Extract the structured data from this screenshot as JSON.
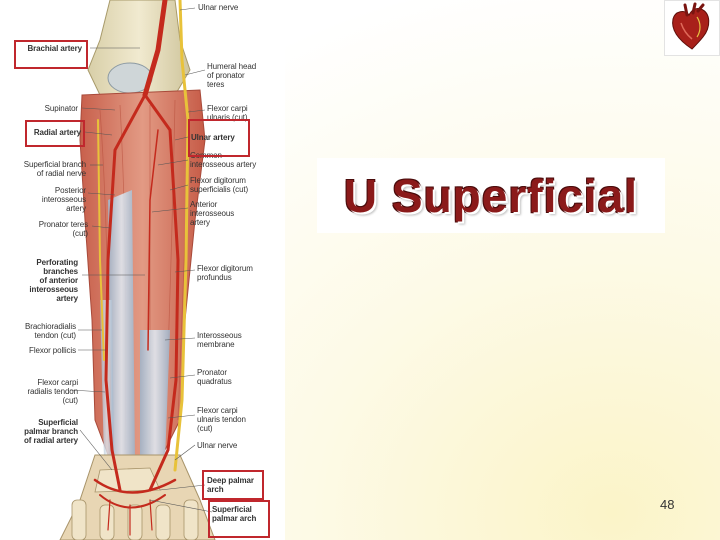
{
  "slide": {
    "title": "U Superficial",
    "page_number": "48"
  },
  "figure": {
    "labels": {
      "brachial_artery": "Brachial artery",
      "ulnar_nerve_top": "Ulnar nerve",
      "humeral_head": "Humeral head\nof pronator\nteres",
      "supinator": "Supinator",
      "flexor_carpi_ulnaris_cut": "Flexor carpi\nulnaris (cut)",
      "radial_artery": "Radial artery",
      "ulnar_artery": "Ulnar artery",
      "superficial_branch_radial_nerve": "Superficial branch\nof radial nerve",
      "common_interosseous_artery": "Common\ninterosseous artery",
      "posterior_interosseous_artery": "Posterior\ninterosseous\nartery",
      "flexor_digitorum_superficialis_cut": "Flexor digitorum\nsuperficialis (cut)",
      "anterior_interosseous_artery": "Anterior\ninterosseous\nartery",
      "pronator_teres_cut": "Pronator teres\n(cut)",
      "perforating_branches": "Perforating\nbranches\nof anterior\ninterosseous\nartery",
      "flexor_digitorum_profundus": "Flexor digitorum\nprofundus",
      "brachioradialis_tendon": "Brachioradialis\ntendon (cut)",
      "flexor_pollicis": "Flexor pollicis",
      "interosseous_membrane": "Interosseous\nmembrane",
      "pronator_quadratus": "Pronator\nquadratus",
      "flexor_carpi_radialis_tendon": "Flexor carpi\nradialis tendon\n(cut)",
      "flexor_carpi_ulnaris_tendon": "Flexor carpi\nulnaris tendon\n(cut)",
      "superficial_palmar_branch": "Superficial\npalmar branch\nof radial artery",
      "ulnar_nerve_bottom": "Ulnar nerve",
      "deep_palmar_arch": "Deep palmar\narch",
      "superficial_palmar_arch": "Superficial\npalmar arch"
    }
  },
  "colors": {
    "title": "#8b1a1a",
    "highlight_box": "#c0272d",
    "muscle": "#d9806a",
    "artery": "#c42a1d",
    "nerve": "#e8c23a"
  }
}
